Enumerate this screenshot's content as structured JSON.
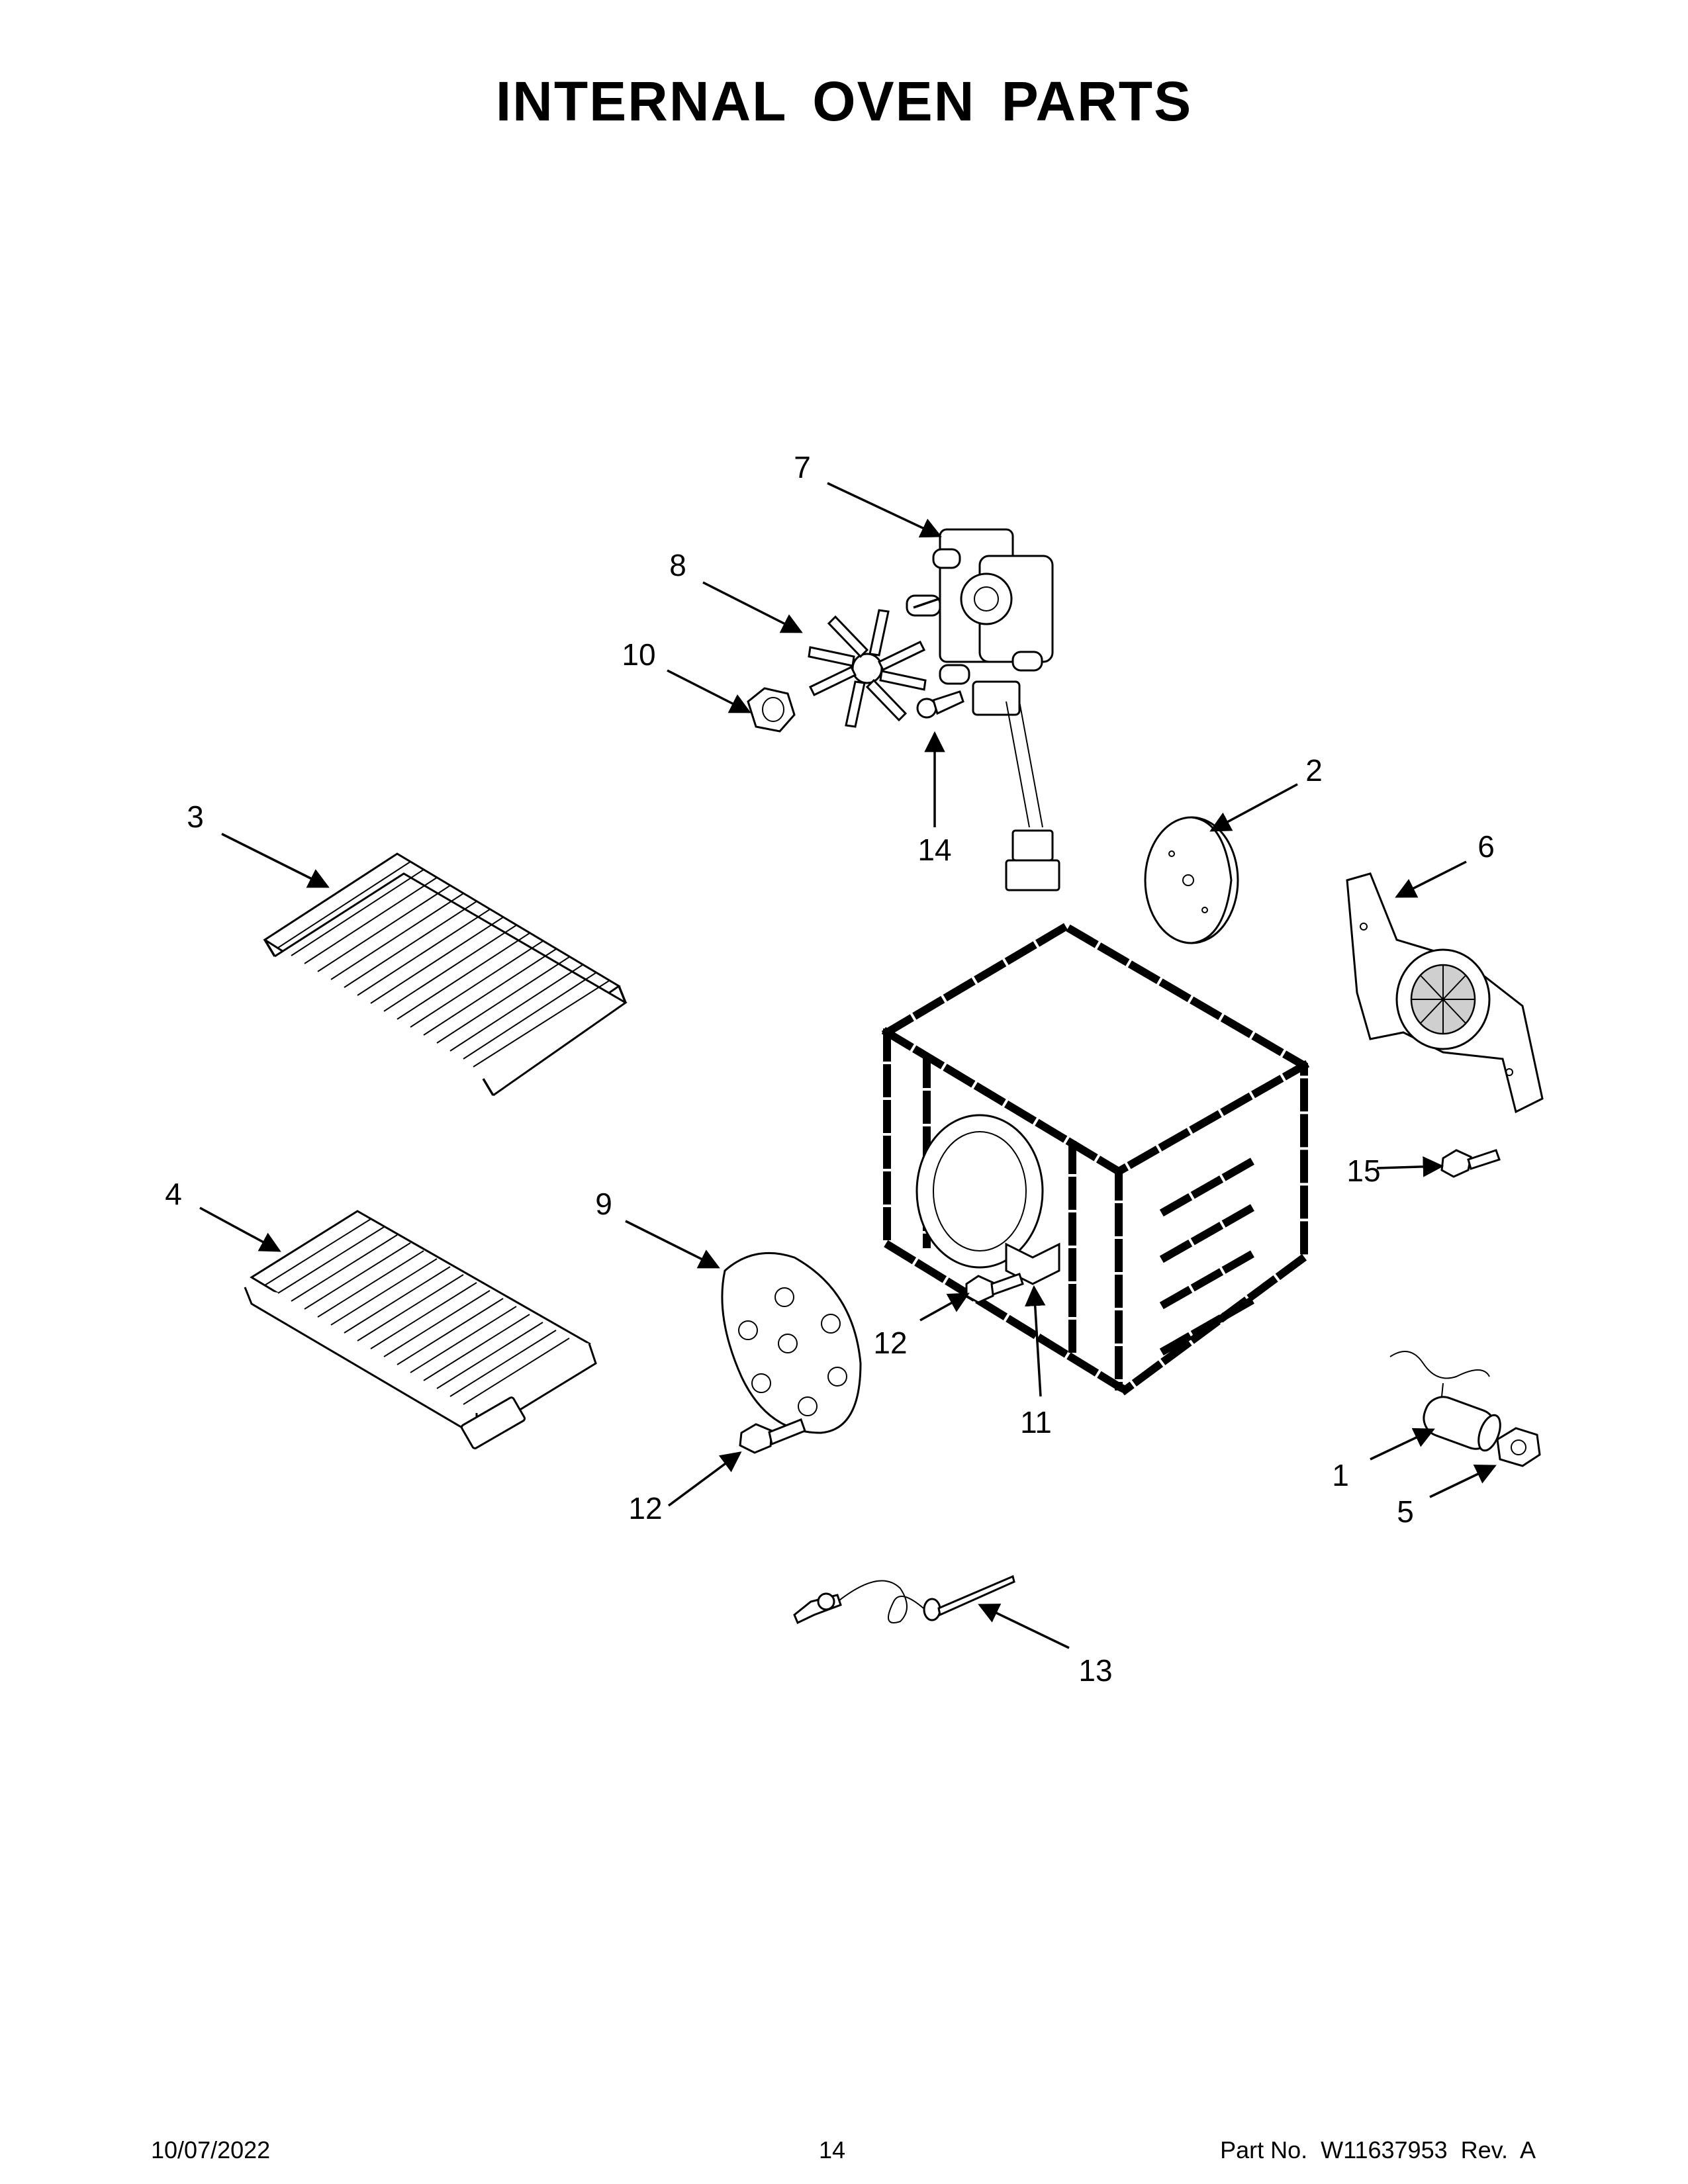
{
  "title": "INTERNAL OVEN PARTS",
  "callouts": [
    {
      "label": "1"
    },
    {
      "label": "2"
    },
    {
      "label": "3"
    },
    {
      "label": "4"
    },
    {
      "label": "5"
    },
    {
      "label": "6"
    },
    {
      "label": "7"
    },
    {
      "label": "8"
    },
    {
      "label": "9"
    },
    {
      "label": "10"
    },
    {
      "label": "11"
    },
    {
      "label": "12"
    },
    {
      "label": "12"
    },
    {
      "label": "13"
    },
    {
      "label": "14"
    },
    {
      "label": "15"
    }
  ],
  "footer": {
    "date": "10/07/2022",
    "page": "14",
    "part": "Part No.  W11637953  Rev.  A"
  }
}
